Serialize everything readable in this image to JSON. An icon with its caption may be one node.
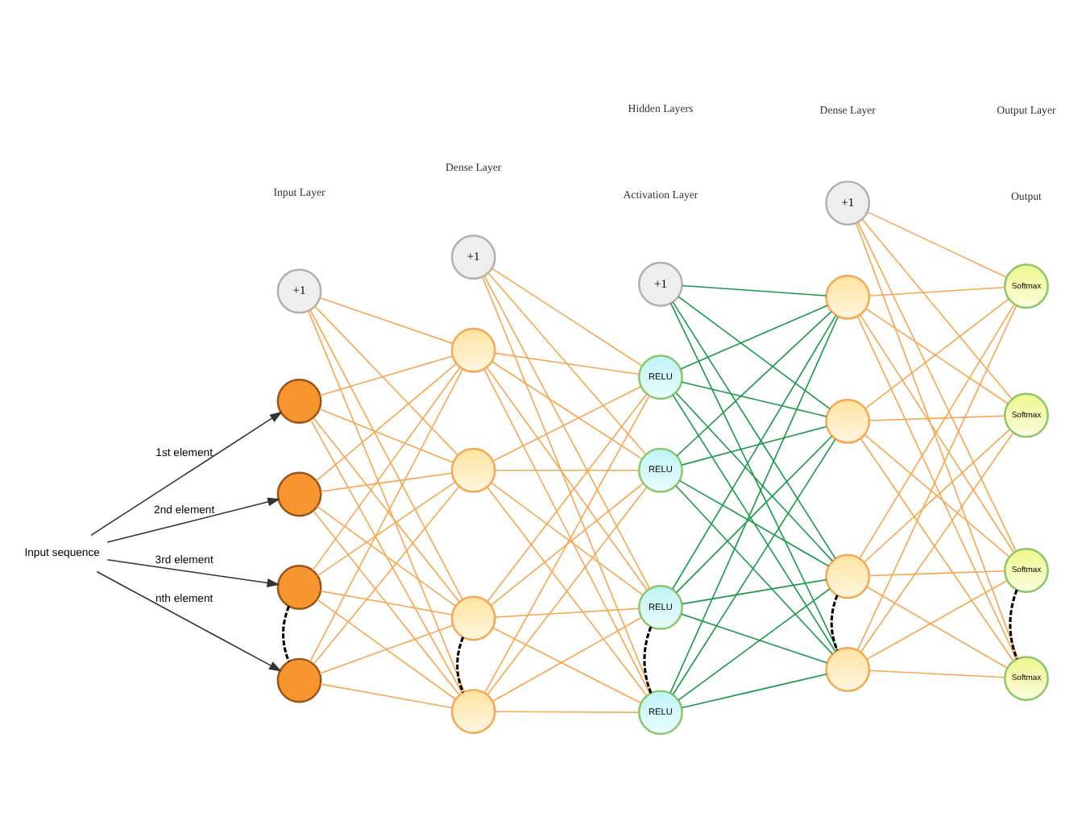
{
  "diagram": {
    "nodes": [
      {
        "text": [
          "Input sequence"
        ]
      },
      {
        "text": [
          "+1"
        ]
      },
      {
        "text": [],
        "shape": "circle"
      },
      {
        "text": [],
        "shape": "circle"
      },
      {
        "text": [],
        "shape": "circle"
      },
      {
        "text": [],
        "shape": "circle"
      },
      {
        "text": [
          "+1"
        ]
      },
      {
        "text": [],
        "shape": "circle"
      },
      {
        "text": [],
        "shape": "circle"
      },
      {
        "text": [],
        "shape": "circle"
      },
      {
        "text": [],
        "shape": "circle"
      },
      {
        "text": [
          "+1"
        ]
      },
      {
        "text": [
          "RELU"
        ]
      },
      {
        "text": [
          "RELU"
        ]
      },
      {
        "text": [
          "RELU"
        ]
      },
      {
        "text": [
          "RELU"
        ]
      },
      {
        "text": [
          "+1"
        ]
      },
      {
        "text": [],
        "shape": "circle"
      },
      {
        "text": [],
        "shape": "circle"
      },
      {
        "text": [],
        "shape": "circle"
      },
      {
        "text": [],
        "shape": "circle"
      },
      {
        "text": [
          "Softmax"
        ]
      },
      {
        "text": [
          "Softmax"
        ]
      },
      {
        "text": [
          "Softmax"
        ]
      },
      {
        "text": [
          "Softmax"
        ]
      }
    ],
    "edges": [
      {
        "from": 0,
        "to": 2,
        "arrow": "to",
        "label": "1st element",
        "color": "#333333"
      },
      {
        "from": 0,
        "to": 3,
        "arrow": "to",
        "label": "2nd element",
        "color": "#333333"
      },
      {
        "from": 0,
        "to": 4,
        "arrow": "to",
        "label": "3rd element",
        "color": "#333333"
      },
      {
        "from": 0,
        "to": 5,
        "arrow": "to",
        "label": "nth element",
        "color": "#333333"
      },
      {
        "from": 1,
        "to": 7,
        "arrow": "none"
      },
      {
        "from": 1,
        "to": 8,
        "arrow": "none"
      },
      {
        "from": 1,
        "to": 9,
        "arrow": "none"
      },
      {
        "from": 1,
        "to": 10,
        "arrow": "none"
      },
      {
        "from": 2,
        "to": 7,
        "arrow": "none"
      },
      {
        "from": 2,
        "to": 8,
        "arrow": "none"
      },
      {
        "from": 2,
        "to": 9,
        "arrow": "none"
      },
      {
        "from": 2,
        "to": 10,
        "arrow": "none"
      },
      {
        "from": 3,
        "to": 7,
        "arrow": "none"
      },
      {
        "from": 3,
        "to": 8,
        "arrow": "none"
      },
      {
        "from": 3,
        "to": 9,
        "arrow": "none"
      },
      {
        "from": 3,
        "to": 10,
        "arrow": "none"
      },
      {
        "from": 4,
        "to": 7,
        "arrow": "none"
      },
      {
        "from": 4,
        "to": 8,
        "arrow": "none"
      },
      {
        "from": 4,
        "to": 9,
        "arrow": "none"
      },
      {
        "from": 4,
        "to": 10,
        "arrow": "none"
      },
      {
        "from": 5,
        "to": 7,
        "arrow": "none"
      },
      {
        "from": 5,
        "to": 8,
        "arrow": "none"
      },
      {
        "from": 5,
        "to": 9,
        "arrow": "none"
      },
      {
        "from": 5,
        "to": 10,
        "arrow": "none"
      },
      {
        "from": 6,
        "to": 12,
        "arrow": "none"
      },
      {
        "from": 6,
        "to": 13,
        "arrow": "none"
      },
      {
        "from": 6,
        "to": 14,
        "arrow": "none"
      },
      {
        "from": 6,
        "to": 15,
        "arrow": "none"
      },
      {
        "from": 7,
        "to": 12,
        "arrow": "none"
      },
      {
        "from": 7,
        "to": 13,
        "arrow": "none"
      },
      {
        "from": 7,
        "to": 14,
        "arrow": "none"
      },
      {
        "from": 7,
        "to": 15,
        "arrow": "none"
      },
      {
        "from": 8,
        "to": 12,
        "arrow": "none"
      },
      {
        "from": 8,
        "to": 13,
        "arrow": "none"
      },
      {
        "from": 8,
        "to": 14,
        "arrow": "none"
      },
      {
        "from": 8,
        "to": 15,
        "arrow": "none"
      },
      {
        "from": 9,
        "to": 12,
        "arrow": "none"
      },
      {
        "from": 9,
        "to": 13,
        "arrow": "none"
      },
      {
        "from": 9,
        "to": 14,
        "arrow": "none"
      },
      {
        "from": 9,
        "to": 15,
        "arrow": "none"
      },
      {
        "from": 10,
        "to": 12,
        "arrow": "none"
      },
      {
        "from": 10,
        "to": 13,
        "arrow": "none"
      },
      {
        "from": 10,
        "to": 14,
        "arrow": "none"
      },
      {
        "from": 10,
        "to": 15,
        "arrow": "none"
      },
      {
        "from": 11,
        "to": 17,
        "arrow": "none",
        "color": "#1a9a4a"
      },
      {
        "from": 11,
        "to": 18,
        "arrow": "none",
        "color": "#1a9a4a"
      },
      {
        "from": 11,
        "to": 19,
        "arrow": "none",
        "color": "#1a9a4a"
      },
      {
        "from": 11,
        "to": 20,
        "arrow": "none",
        "color": "#1a9a4a"
      },
      {
        "from": 12,
        "to": 17,
        "arrow": "none",
        "color": "#1a9a4a"
      },
      {
        "from": 12,
        "to": 18,
        "arrow": "none",
        "color": "#1a9a4a"
      },
      {
        "from": 12,
        "to": 19,
        "arrow": "none",
        "color": "#1a9a4a"
      },
      {
        "from": 12,
        "to": 20,
        "arrow": "none",
        "color": "#1a9a4a"
      },
      {
        "from": 13,
        "to": 17,
        "arrow": "none",
        "color": "#1a9a4a"
      },
      {
        "from": 13,
        "to": 18,
        "arrow": "none",
        "color": "#1a9a4a"
      },
      {
        "from": 13,
        "to": 19,
        "arrow": "none",
        "color": "#1a9a4a"
      },
      {
        "from": 13,
        "to": 20,
        "arrow": "none",
        "color": "#1a9a4a"
      },
      {
        "from": 14,
        "to": 17,
        "arrow": "none",
        "color": "#1a9a4a"
      },
      {
        "from": 14,
        "to": 18,
        "arrow": "none",
        "color": "#1a9a4a"
      },
      {
        "from": 14,
        "to": 19,
        "arrow": "none",
        "color": "#1a9a4a"
      },
      {
        "from": 14,
        "to": 20,
        "arrow": "none",
        "color": "#1a9a4a"
      },
      {
        "from": 15,
        "to": 17,
        "arrow": "none",
        "color": "#1a9a4a"
      },
      {
        "from": 15,
        "to": 18,
        "arrow": "none",
        "color": "#1a9a4a"
      },
      {
        "from": 15,
        "to": 19,
        "arrow": "none",
        "color": "#1a9a4a"
      },
      {
        "from": 15,
        "to": 20,
        "arrow": "none",
        "color": "#1a9a4a"
      },
      {
        "from": 16,
        "to": 21,
        "arrow": "none"
      },
      {
        "from": 16,
        "to": 22,
        "arrow": "none"
      },
      {
        "from": 16,
        "to": 23,
        "arrow": "none"
      },
      {
        "from": 16,
        "to": 24,
        "arrow": "none"
      },
      {
        "from": 17,
        "to": 21,
        "arrow": "none"
      },
      {
        "from": 17,
        "to": 22,
        "arrow": "none"
      },
      {
        "from": 17,
        "to": 23,
        "arrow": "none"
      },
      {
        "from": 17,
        "to": 24,
        "arrow": "none"
      },
      {
        "from": 18,
        "to": 21,
        "arrow": "none"
      },
      {
        "from": 18,
        "to": 22,
        "arrow": "none"
      },
      {
        "from": 18,
        "to": 23,
        "arrow": "none"
      },
      {
        "from": 18,
        "to": 24,
        "arrow": "none"
      },
      {
        "from": 19,
        "to": 21,
        "arrow": "none"
      },
      {
        "from": 19,
        "to": 22,
        "arrow": "none"
      },
      {
        "from": 19,
        "to": 23,
        "arrow": "none"
      },
      {
        "from": 19,
        "to": 24,
        "arrow": "none"
      },
      {
        "from": 20,
        "to": 21,
        "arrow": "none"
      },
      {
        "from": 20,
        "to": 22,
        "arrow": "none"
      },
      {
        "from": 20,
        "to": 23,
        "arrow": "none"
      },
      {
        "from": 20,
        "to": 24,
        "arrow": "none"
      },
      {
        "from": 4,
        "to": 5,
        "arrow": "none",
        "style": "dashed",
        "color": "#000000"
      },
      {
        "from": 9,
        "to": 10,
        "arrow": "none",
        "style": "dashed",
        "color": "#000000"
      },
      {
        "from": 14,
        "to": 15,
        "arrow": "none",
        "style": "dashed",
        "color": "#000000"
      },
      {
        "from": 19,
        "to": 20,
        "arrow": "none",
        "style": "dashed",
        "color": "#000000"
      },
      {
        "from": 23,
        "to": 24,
        "arrow": "none",
        "style": "dashed",
        "color": "#000000"
      }
    ],
    "labels": [
      "Input Layer",
      "Hidden Layers",
      "Dense Layer",
      "Activation Layer",
      "Dense Layer",
      "Output Layer",
      "Output"
    ]
  }
}
